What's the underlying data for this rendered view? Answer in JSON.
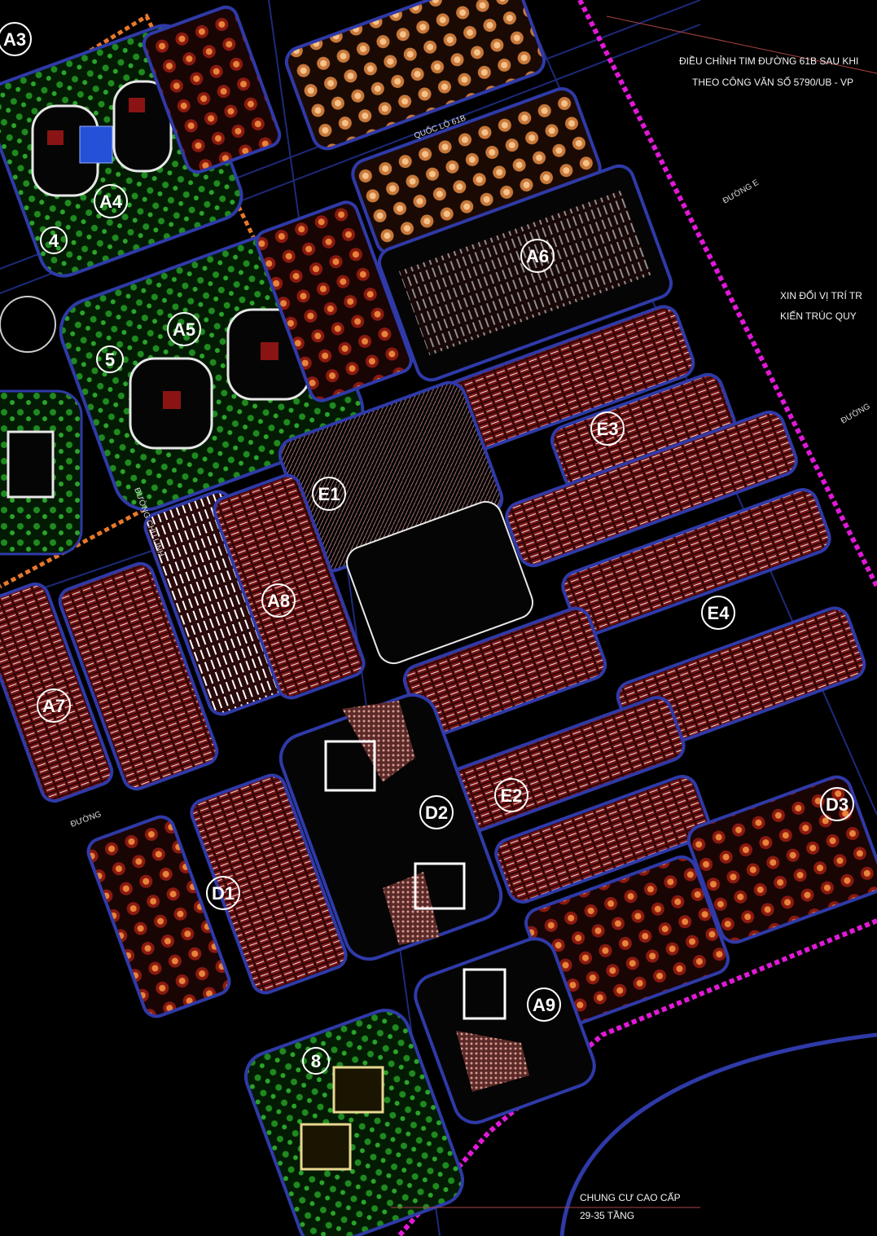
{
  "colors": {
    "background": "#000000",
    "block_outline": "#2f3aa8",
    "block_inner": "#9aa0ff",
    "lot_red": "#7a1414",
    "lot_orange": "#c86a28",
    "green": "#1e7a1e",
    "boundary_magenta": "#e01ad6",
    "boundary_orange": "#e8782a"
  },
  "block_labels": [
    {
      "id": "A3",
      "text": "A3"
    },
    {
      "id": "A4",
      "text": "A4"
    },
    {
      "id": "num4",
      "text": "4"
    },
    {
      "id": "A5",
      "text": "A5"
    },
    {
      "id": "num5",
      "text": "5"
    },
    {
      "id": "A6",
      "text": "A6"
    },
    {
      "id": "E3",
      "text": "E3"
    },
    {
      "id": "E1",
      "text": "E1"
    },
    {
      "id": "A8",
      "text": "A8"
    },
    {
      "id": "E4",
      "text": "E4"
    },
    {
      "id": "A7",
      "text": "A7"
    },
    {
      "id": "D2",
      "text": "D2"
    },
    {
      "id": "E2",
      "text": "E2"
    },
    {
      "id": "D1",
      "text": "D1"
    },
    {
      "id": "A9",
      "text": "A9"
    },
    {
      "id": "num8",
      "text": "8"
    },
    {
      "id": "D3",
      "text": "D3"
    }
  ],
  "notes": {
    "top_right_line1": "ĐIỀU CHỈNH TIM ĐƯỜNG 61B SAU KHI",
    "top_right_line2": "THEO CÔNG VĂN SỐ 5790/UB - VP",
    "right_line1": "XIN ĐỔI VỊ TRÍ TR",
    "right_line2": "KIẾN TRÚC QUY",
    "bottom_line1": "CHUNG CƯ CAO CẤP",
    "bottom_line2": "29-35 TẦNG"
  },
  "road_labels": {
    "road_top": "QUỐC LỘ 61B",
    "road_right_top": "ĐƯỜNG E",
    "road_right_mid": "ĐƯỜNG",
    "road_left": "ĐƯỜNG CHU LINH",
    "road_lower_left": "ĐƯỜNG"
  }
}
